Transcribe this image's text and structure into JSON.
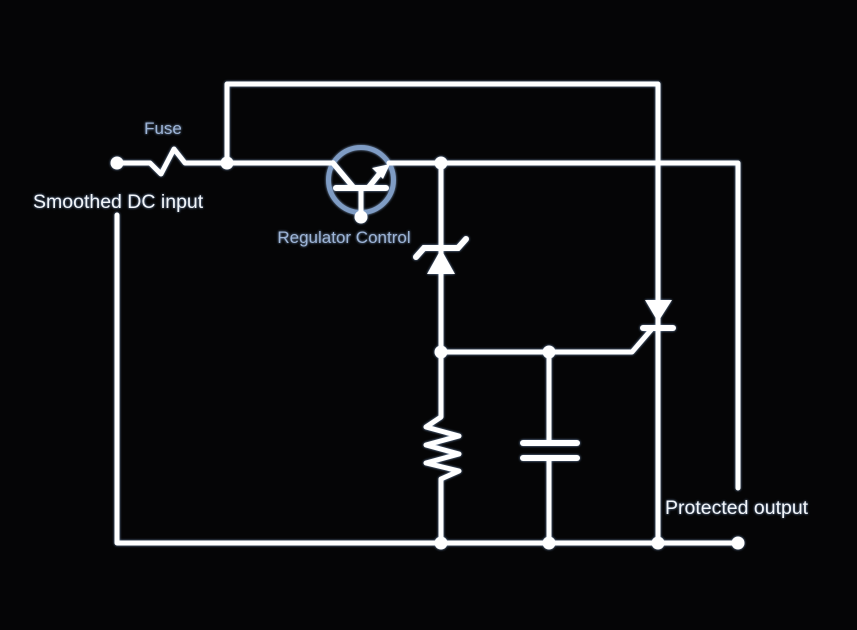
{
  "colors": {
    "background": "#050506",
    "wire": "#ffffff",
    "wire_glow": "#7f9cc4",
    "transistor_outline": "#7f9cc4",
    "label_accent": "#9db4d6",
    "label_primary": "#f2f5f9"
  },
  "labels": {
    "fuse": "Fuse",
    "input": "Smoothed DC input",
    "regulator_control": "Regulator Control",
    "output": "Protected output"
  },
  "icons": [
    {
      "name": "fuse-icon",
      "meaning": "fuse squiggle in supply line"
    },
    {
      "name": "transistor-icon",
      "meaning": "series pass transistor (regulator control)"
    },
    {
      "name": "zener-diode-icon",
      "meaning": "zener voltage reference"
    },
    {
      "name": "thyristor-icon",
      "meaning": "crowbar SCR across supply"
    },
    {
      "name": "resistor-icon",
      "meaning": "gate resistor to 0V"
    },
    {
      "name": "capacitor-icon",
      "meaning": "gate capacitor to 0V"
    }
  ]
}
